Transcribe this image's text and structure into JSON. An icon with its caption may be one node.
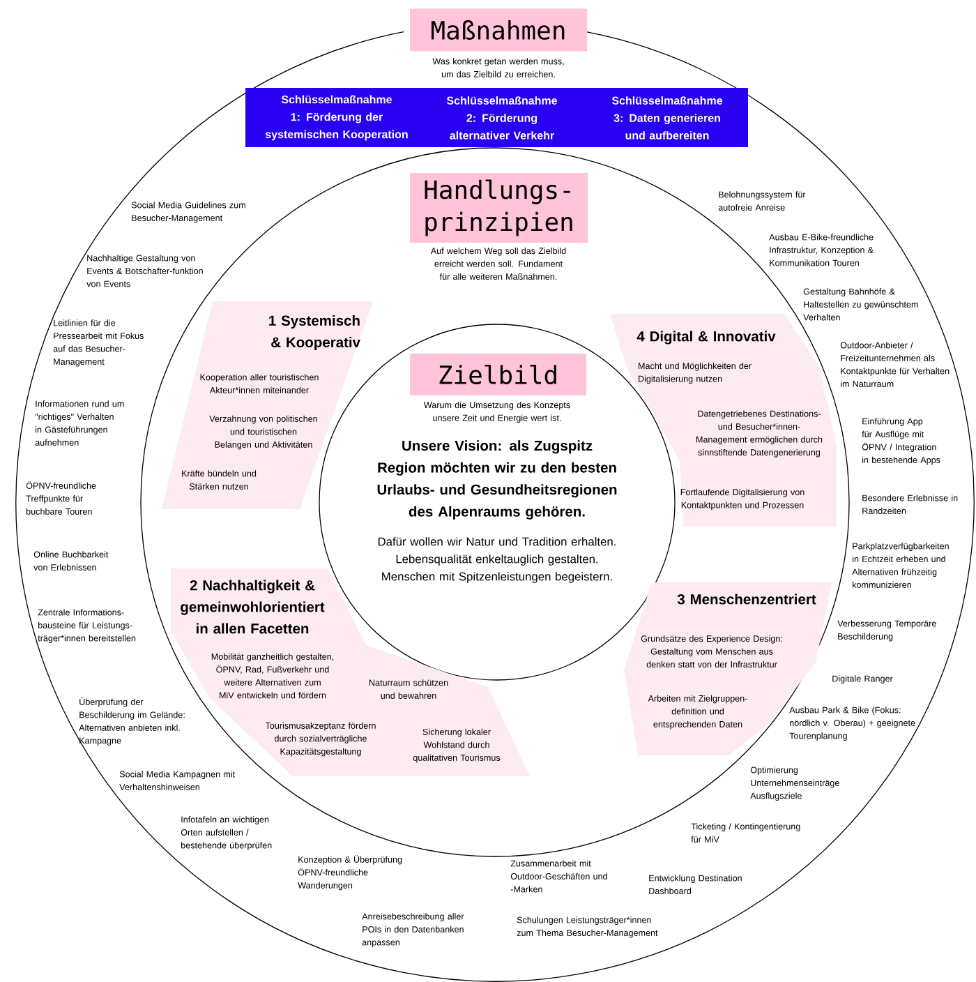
{
  "diagram": {
    "nodes": [
      {
        "text": [],
        "shape": "circle"
      },
      {
        "text": [
          "Maßnahmen"
        ],
        "beside": [
          "Was konkret getan werden muss, um das Zielbild zu erreichen."
        ]
      },
      {
        "text": [
          "Schlüsselmaßnahme 1: Förderung der systemischen Kooperation",
          "Schlüsselmaßnahme 2: Förderung alternativer Verkehr",
          "Schlüsselmaßnahme 3: Daten generieren und aufbereiten"
        ],
        "in": 0
      },
      {
        "text": [],
        "shape": "circle",
        "in": 0
      },
      {
        "text": [
          "Handlungs-prinzipien"
        ],
        "beside": [
          "Auf welchem Weg soll das Zielbild erreicht werden soll. Fundament für alle weiteren Maßnahmen."
        ],
        "in": 3
      },
      {
        "text": [
          "Unsere Vision: als Zugspitz Region möchten wir zu den besten Urlaubs- und Gesundheitsregionen des Alpenraums gehören.",
          "Dafür wollen wir Natur und Tradition erhalten. Lebensqualität enkeltauglich gestalten. Menschen mit Spitzenleistungen begeistern."
        ],
        "in": 3
      },
      {
        "text": [
          "Zielbild"
        ],
        "beside": [
          "Warum die Umsetzung des Konzepts unsere Zeit und Energie wert ist."
        ],
        "in": 5
      },
      {
        "text": [
          "1 Systemisch & Kooperativ",
          "Kooperation aller touristischen Akteur*innen miteinander",
          "Verzahnung von politischen und touristischen Belangen und Aktivitäten",
          "Kräfte bündeln und Stärken nutzen"
        ],
        "in": 3
      },
      {
        "text": [
          "4 Digital & Innovativ",
          "Macht und Möglichkeiten der Digitalisierung nutzen",
          "Datengetriebenes Destinations- und Besucher*innen-Management ermöglichen durch sinnstiftende Datengenerierung",
          "Fortlaufende Digitalisierung von Kontaktpunkten und Prozessen"
        ],
        "in": 3
      },
      {
        "text": [
          "2 Nachhaltigkeit & gemeinwohlorientiert in allen Facetten",
          "Mobilität ganzheitlich gestalten, ÖPNV, Rad, Fußverkehr und weitere Alternativen zum MiV entwickeln und fördern",
          "Naturraum schützen und bewahren",
          "Tourismusakzeptanz fördern durch sozialverträgliche Kapazitätsgestaltung",
          "Sicherung lokaler Wohlstand durch qualitativen Tourismus"
        ],
        "in": 3
      },
      {
        "text": [
          "3 Menschenzentriert",
          "Grundsätze des Experience Design: Gestaltung vom Menschen aus denken statt von der Infrastruktur",
          "Arbeiten mit Zielgruppen-definition und entsprechenden Daten"
        ],
        "in": 3
      }
    ],
    "labels": [
      "Social Media Guidelines zum Besucher-Management",
      "Nachhaltige Gestaltung von Events & Botschafter-funktion von Events",
      "Leitlinien für die Pressearbeit mit Fokus auf das Besucher-Management",
      "Informationen rund um \"richtiges\" Verhalten in Gästeführungen aufnehmen",
      "ÖPNV-freundliche Treffpunkte für buchbare Touren",
      "Online Buchbarkeit von Erlebnissen",
      "Zentrale Informations-bausteine für Leistungs-träger*innen bereitstellen",
      "Überprüfung der Beschilderung im Gelände: Alternativen anbieten inkl. Kampagne",
      "Social Media Kampagnen mit Verhaltenshinweisen",
      "Infotafeln an wichtigen Orten aufstellen / bestehende überprüfen",
      "Konzeption & Überprüfung ÖPNV-freundliche Wanderungen",
      "Anreisebeschreibung aller POIs in den Datenbanken anpassen",
      "Zusammenarbeit mit Outdoor-Geschäften und -Marken",
      "Schulungen Leistungsträger*innen zum Thema Besucher-Management",
      "Entwicklung Destination Dashboard",
      "Ticketing / Kontingentierung für MiV",
      "Optimierung Unternehmenseinträge Ausflugsziele",
      "Ausbau Park & Bike (Fokus: nördlich v. Oberau) + geeignete Tourenplanung",
      "Digitale Ranger",
      "Verbesserung Temporäre Beschilderung",
      "Parkplatzverfügbarkeiten in Echtzeit erheben und Alternativen frühzeitig kommunizieren",
      "Besondere Erlebnisse in Randzeiten",
      "Einführung App für Ausflüge mit ÖPNV / Integration in bestehende Apps",
      "Outdoor-Anbieter / Freizeitunternehmen als Kontaktpunkte für Verhalten im Naturraum",
      "Gestaltung Bahnhöfe & Haltestellen zu gewünschtem Verhalten",
      "Ausbau E-Bike-freundliche Infrastruktur, Konzeption & Kommunikation Touren",
      "Belohnungssystem für autofreie Anreise"
    ]
  }
}
